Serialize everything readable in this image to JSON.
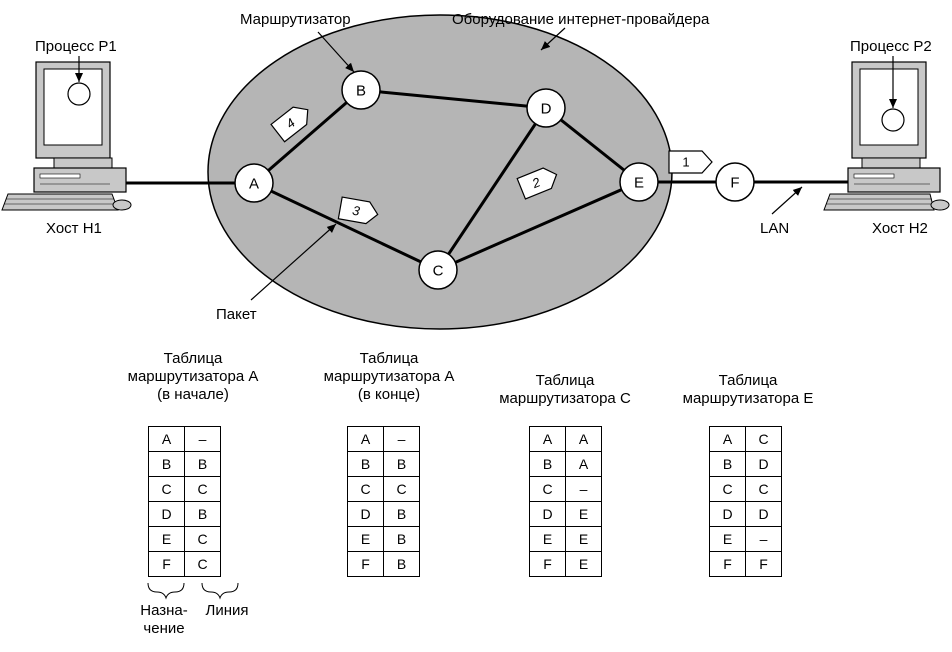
{
  "labels": {
    "router": "Маршрутизатор",
    "isp": "Оборудование интернет-провайдера",
    "process_p1": "Процесс P1",
    "process_p2": "Процесс P2",
    "host_h1": "Хост H1",
    "host_h2": "Хост H2",
    "lan": "LAN",
    "packet": "Пакет"
  },
  "nodes": [
    "A",
    "B",
    "C",
    "D",
    "E",
    "F"
  ],
  "packets": [
    "1",
    "2",
    "3",
    "4"
  ],
  "tables": [
    {
      "title": [
        "Таблица",
        "маршрутизатора A",
        "(в начале)"
      ],
      "rows": [
        [
          "A",
          "–"
        ],
        [
          "B",
          "B"
        ],
        [
          "C",
          "C"
        ],
        [
          "D",
          "B"
        ],
        [
          "E",
          "C"
        ],
        [
          "F",
          "C"
        ]
      ]
    },
    {
      "title": [
        "Таблица",
        "маршрутизатора A",
        "(в конце)"
      ],
      "rows": [
        [
          "A",
          "–"
        ],
        [
          "B",
          "B"
        ],
        [
          "C",
          "C"
        ],
        [
          "D",
          "B"
        ],
        [
          "E",
          "B"
        ],
        [
          "F",
          "B"
        ]
      ]
    },
    {
      "title": [
        "Таблица",
        "маршрутизатора C"
      ],
      "rows": [
        [
          "A",
          "A"
        ],
        [
          "B",
          "A"
        ],
        [
          "C",
          "–"
        ],
        [
          "D",
          "E"
        ],
        [
          "E",
          "E"
        ],
        [
          "F",
          "E"
        ]
      ]
    },
    {
      "title": [
        "Таблица",
        "маршрутизатора E"
      ],
      "rows": [
        [
          "A",
          "C"
        ],
        [
          "B",
          "D"
        ],
        [
          "C",
          "C"
        ],
        [
          "D",
          "D"
        ],
        [
          "E",
          "–"
        ],
        [
          "F",
          "F"
        ]
      ]
    }
  ],
  "column_captions": {
    "destination_line1": "Назна-",
    "destination_line2": "чение",
    "line": "Линия"
  }
}
